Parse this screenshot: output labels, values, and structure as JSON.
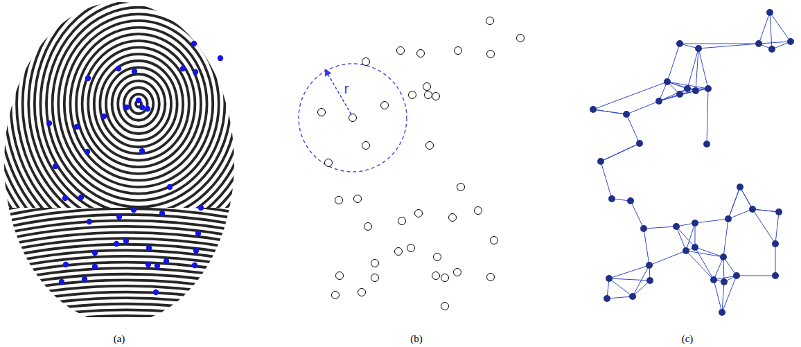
{
  "diagram": {
    "labels": [
      "(a)",
      "(b)",
      "(c)",
      "r"
    ]
  }
}
